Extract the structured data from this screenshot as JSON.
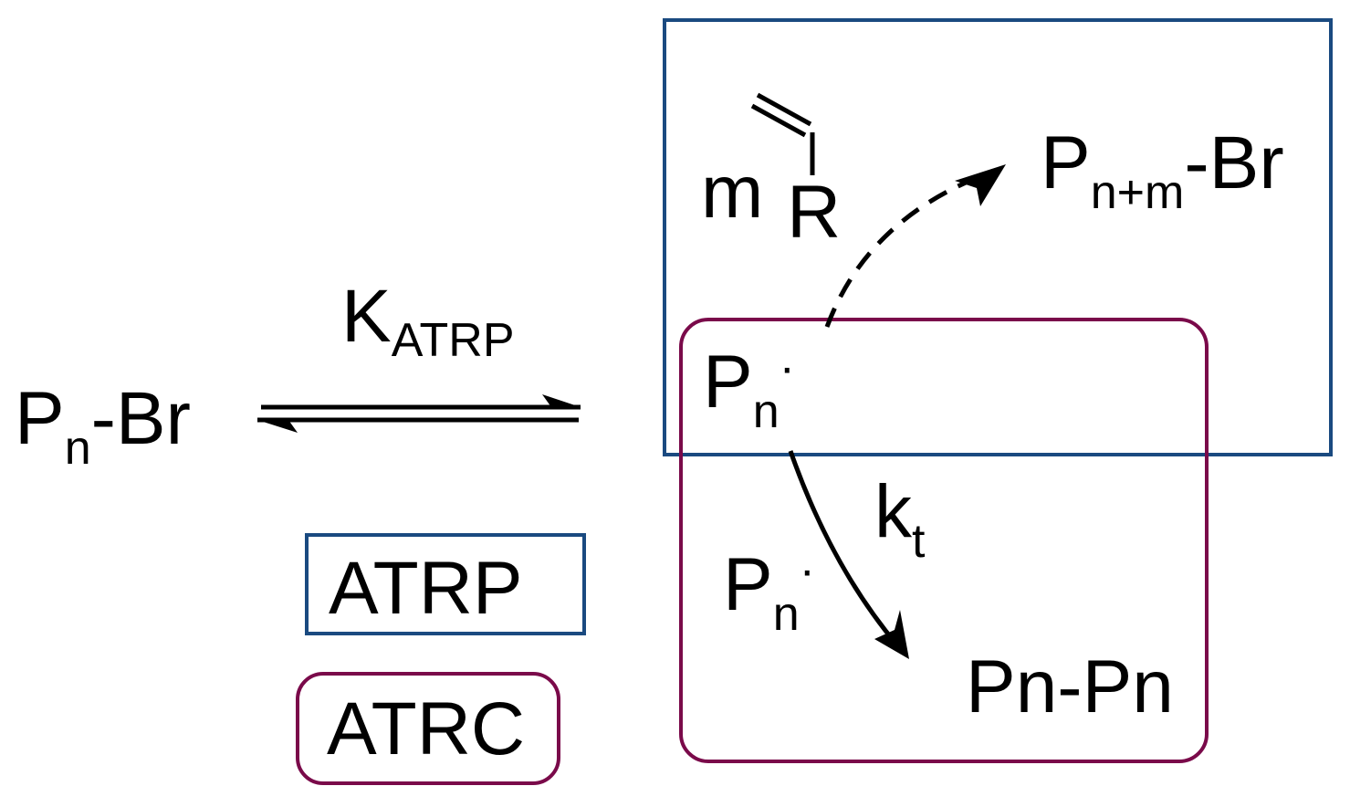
{
  "reactant": {
    "base": "P",
    "sub": "n",
    "suffix": "-Br"
  },
  "equilibrium": {
    "base": "K",
    "sub": "ATRP"
  },
  "radical": {
    "base": "P",
    "sub": "n",
    "dot": "·"
  },
  "monomer": {
    "coefficient": "m",
    "group": "R"
  },
  "propagation_product": {
    "base": "P",
    "sub": "n+m",
    "suffix": "-Br"
  },
  "termination_constant": {
    "base": "k",
    "sub": "t"
  },
  "second_radical": {
    "base": "P",
    "sub": "n",
    "dot": "·"
  },
  "coupling_product": "Pn-Pn",
  "legend": {
    "atrp": "ATRP",
    "atrc": "ATRC"
  },
  "colors": {
    "atrp_box": "#1a4a80",
    "atrc_box": "#7a0a4a",
    "ink": "#000000"
  }
}
